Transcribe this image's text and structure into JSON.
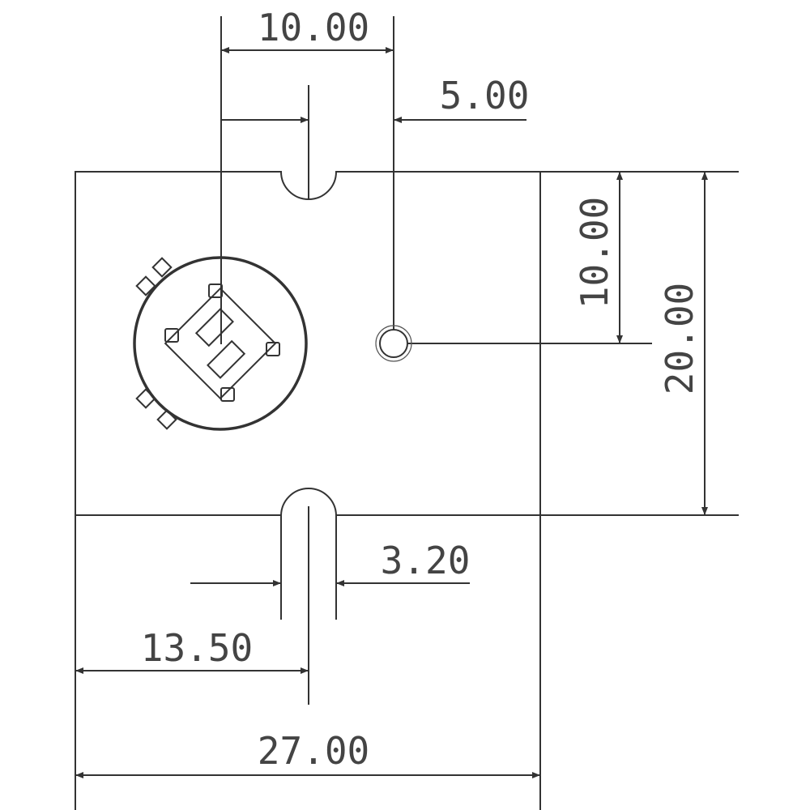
{
  "drawing": {
    "dimensions": {
      "top_width": "10.00",
      "offset": "5.00",
      "right_upper": "10.00",
      "right_total": "20.00",
      "slot_width": "3.20",
      "slot_position": "13.50",
      "total_width": "27.00"
    },
    "line_color": "#333333"
  }
}
